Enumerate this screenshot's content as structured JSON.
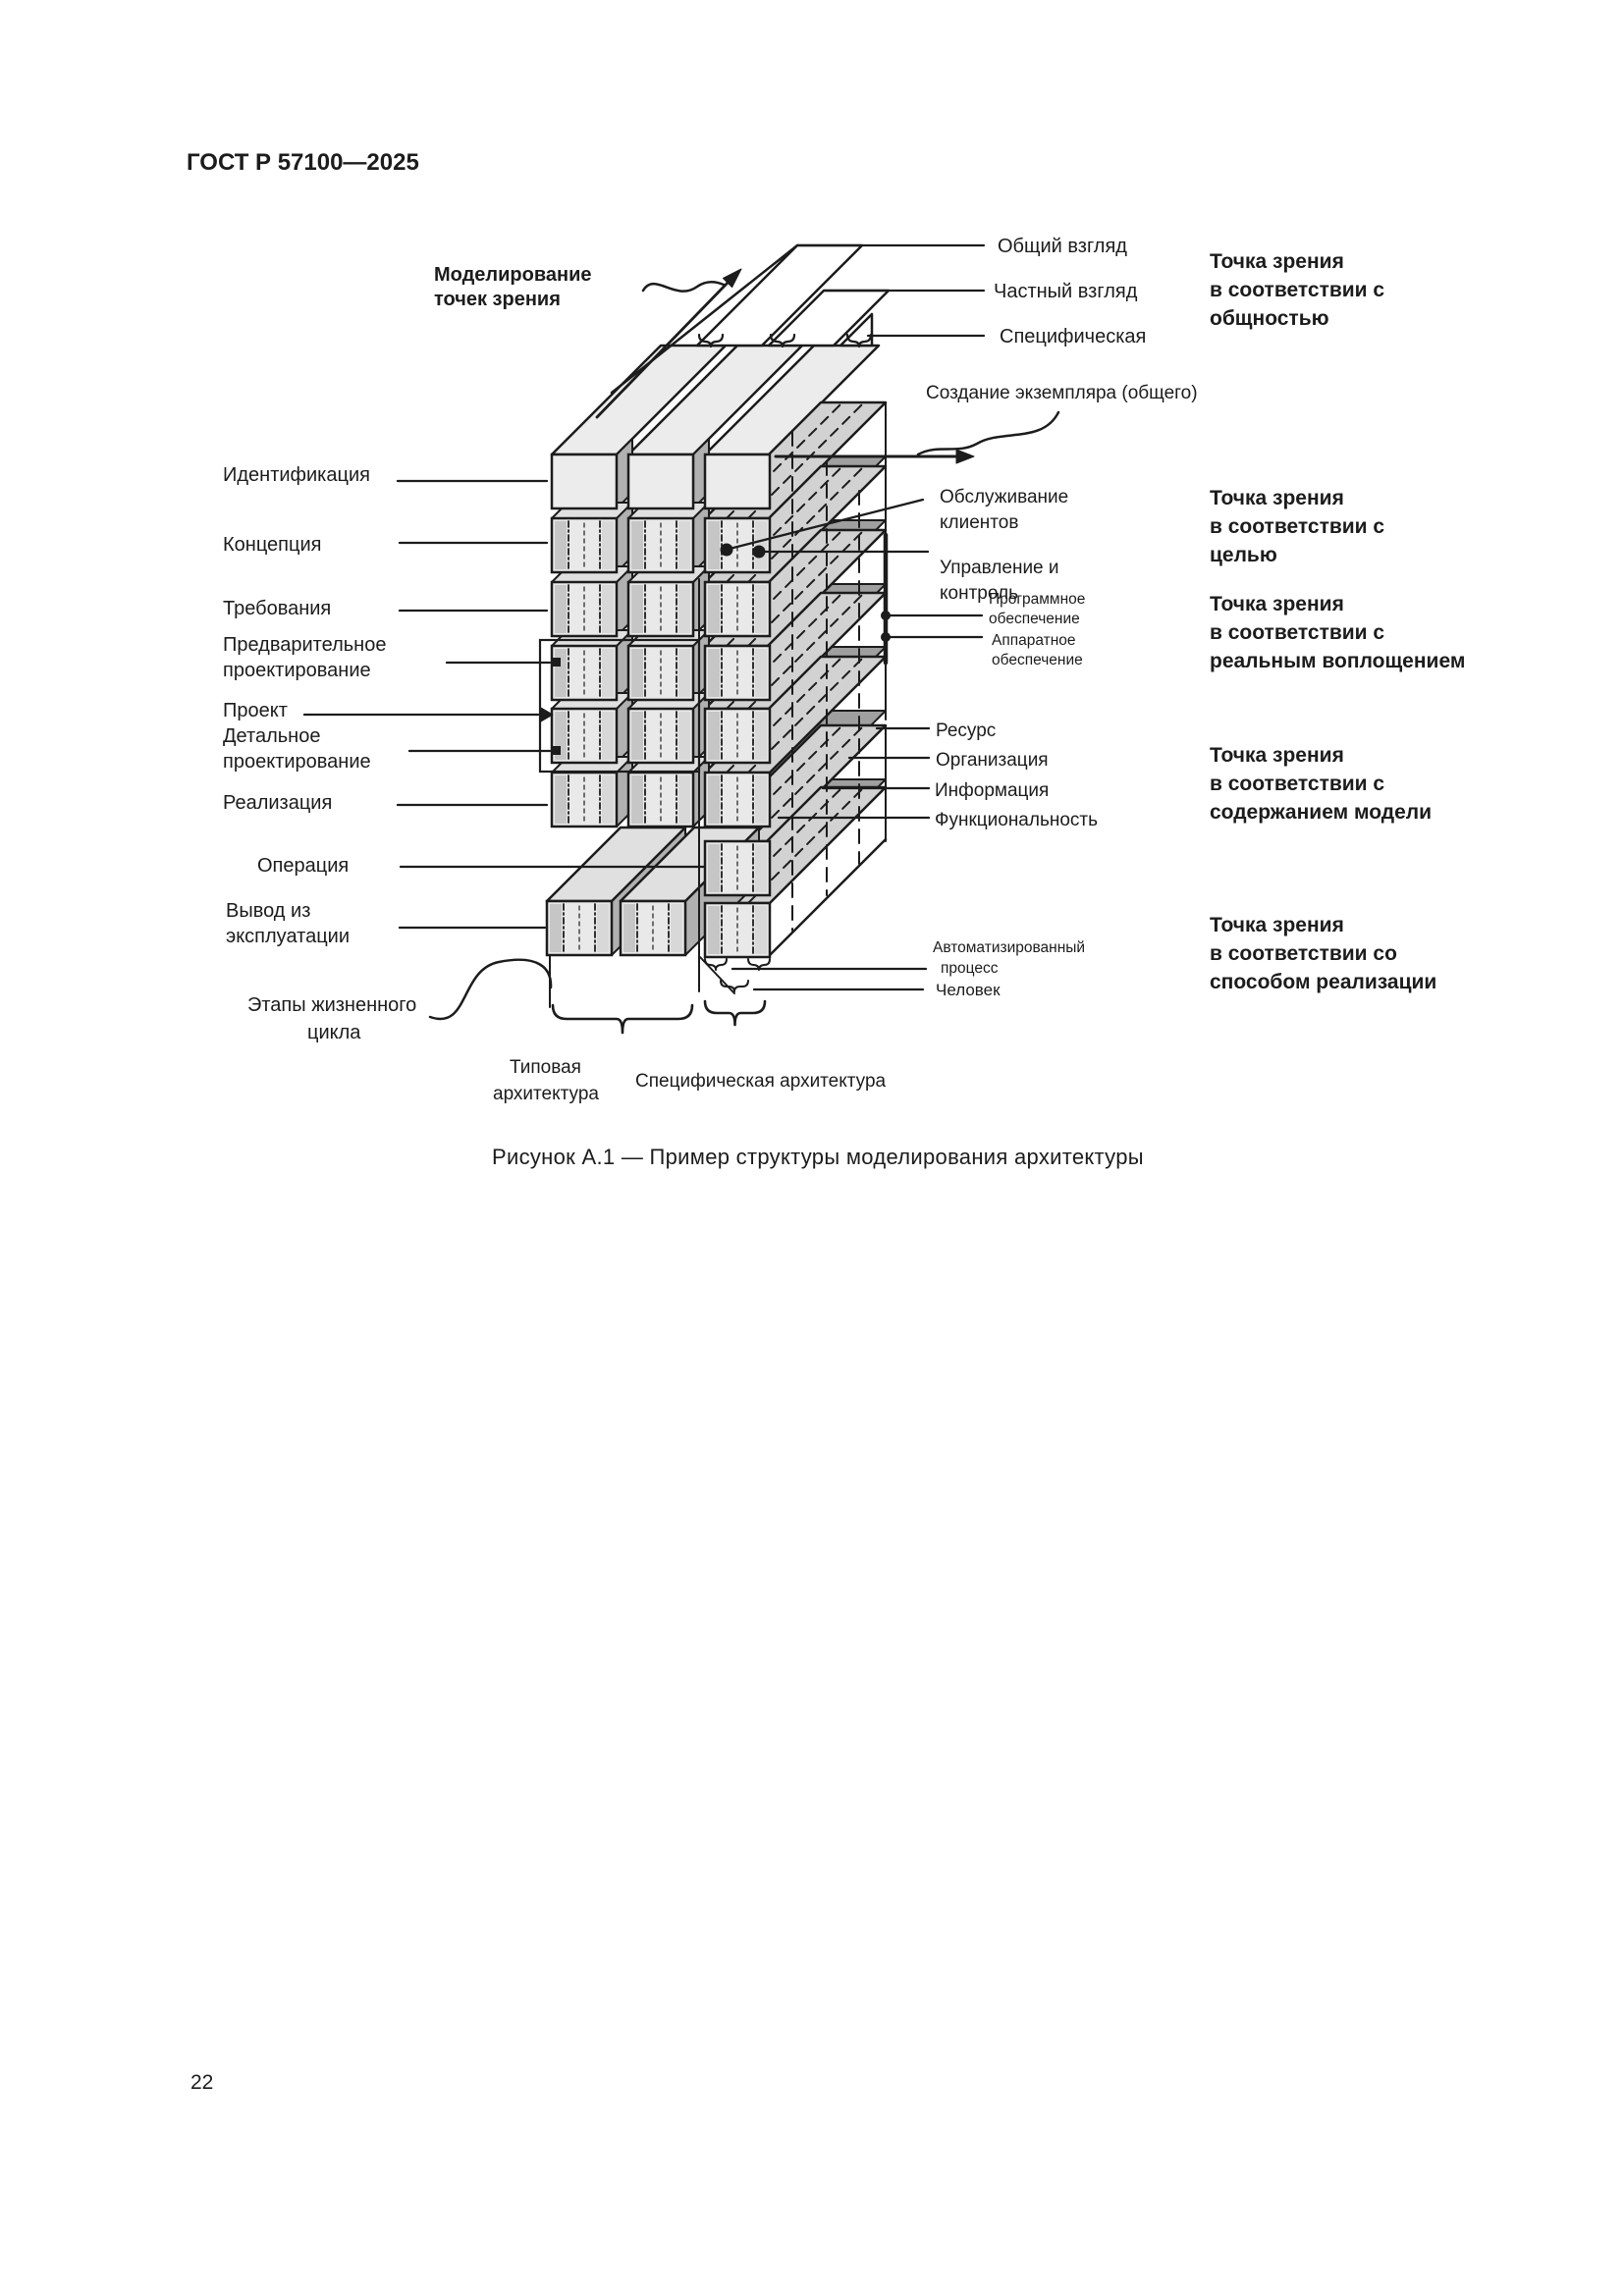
{
  "page": {
    "header_title": "ГОСТ Р 57100—2025",
    "page_number": "22"
  },
  "figure": {
    "caption": "Рисунок А.1 — Пример структуры моделирования архитектуры",
    "modeling_label": {
      "line1": "Моделирование",
      "line2": "точек зрения"
    },
    "views": {
      "general": "Общий взгляд",
      "partial": "Частный взгляд",
      "specific": "Специфическая"
    },
    "instantiation_label": "Создание экземпляра (общего)",
    "lifecycle_phases": {
      "identification": "Идентификация",
      "concept": "Концепция",
      "requirements": "Требования",
      "preliminary_design": {
        "line1": "Предварительное",
        "line2": "проектирование"
      },
      "project": "Проект",
      "detailed_design": {
        "line1": "Детальное",
        "line2": "проектирование"
      },
      "implementation": "Реализация",
      "operation": "Операция",
      "decommissioning": {
        "line1": "Вывод из",
        "line2": "эксплуатации"
      },
      "lifecycle_stages": {
        "line1": "Этапы жизненного",
        "line2": "цикла"
      }
    },
    "model_content": {
      "customer_service": {
        "line1": "Обслуживание",
        "line2": "клиентов"
      },
      "management_control": {
        "line1": "Управление и",
        "line2": "контроль"
      },
      "software": {
        "line1": "Программное",
        "line2": "обеспечение"
      },
      "hardware": {
        "line1": "Аппаратное",
        "line2": "обеспечение"
      },
      "resource": "Ресурс",
      "organisation": "Организация",
      "information": "Информация",
      "functionality": "Функциональность",
      "automated_process": {
        "line1": "Автоматизированный",
        "line2": "процесс"
      },
      "human": "Человек"
    },
    "viewpoints": {
      "generality": {
        "line1": "Точка зрения",
        "line2": "в соответствии с",
        "line3": "общностью"
      },
      "purpose": {
        "line1": "Точка зрения",
        "line2": "в соответствии с",
        "line3": "целью"
      },
      "real_embodiment": {
        "line1": "Точка зрения",
        "line2": "в соответствии с",
        "line3": "реальным воплощением"
      },
      "model_content": {
        "line1": "Точка зрения",
        "line2": "в соответствии с",
        "line3": "содержанием модели"
      },
      "implementation_method": {
        "line1": "Точка зрения",
        "line2": "в соответствии со",
        "line3": "способом реализации"
      }
    },
    "architectures": {
      "typical": {
        "line1": "Типовая",
        "line2": "архитектура"
      },
      "specific": "Специфическая архитектура"
    }
  },
  "colors": {
    "ink": "#1c1c1c",
    "face_light": "#e9e9e9",
    "face_plain": "#ececec",
    "face_cell_dark": "#c6c6c6",
    "face_cell_mid": "#d8d8d8",
    "top_face": "#e0e0e0",
    "side_face": "#b0b0b0",
    "slab_top": "#d2d2d2",
    "slab_side": "#9f9f9f",
    "strip": "#ececec"
  }
}
